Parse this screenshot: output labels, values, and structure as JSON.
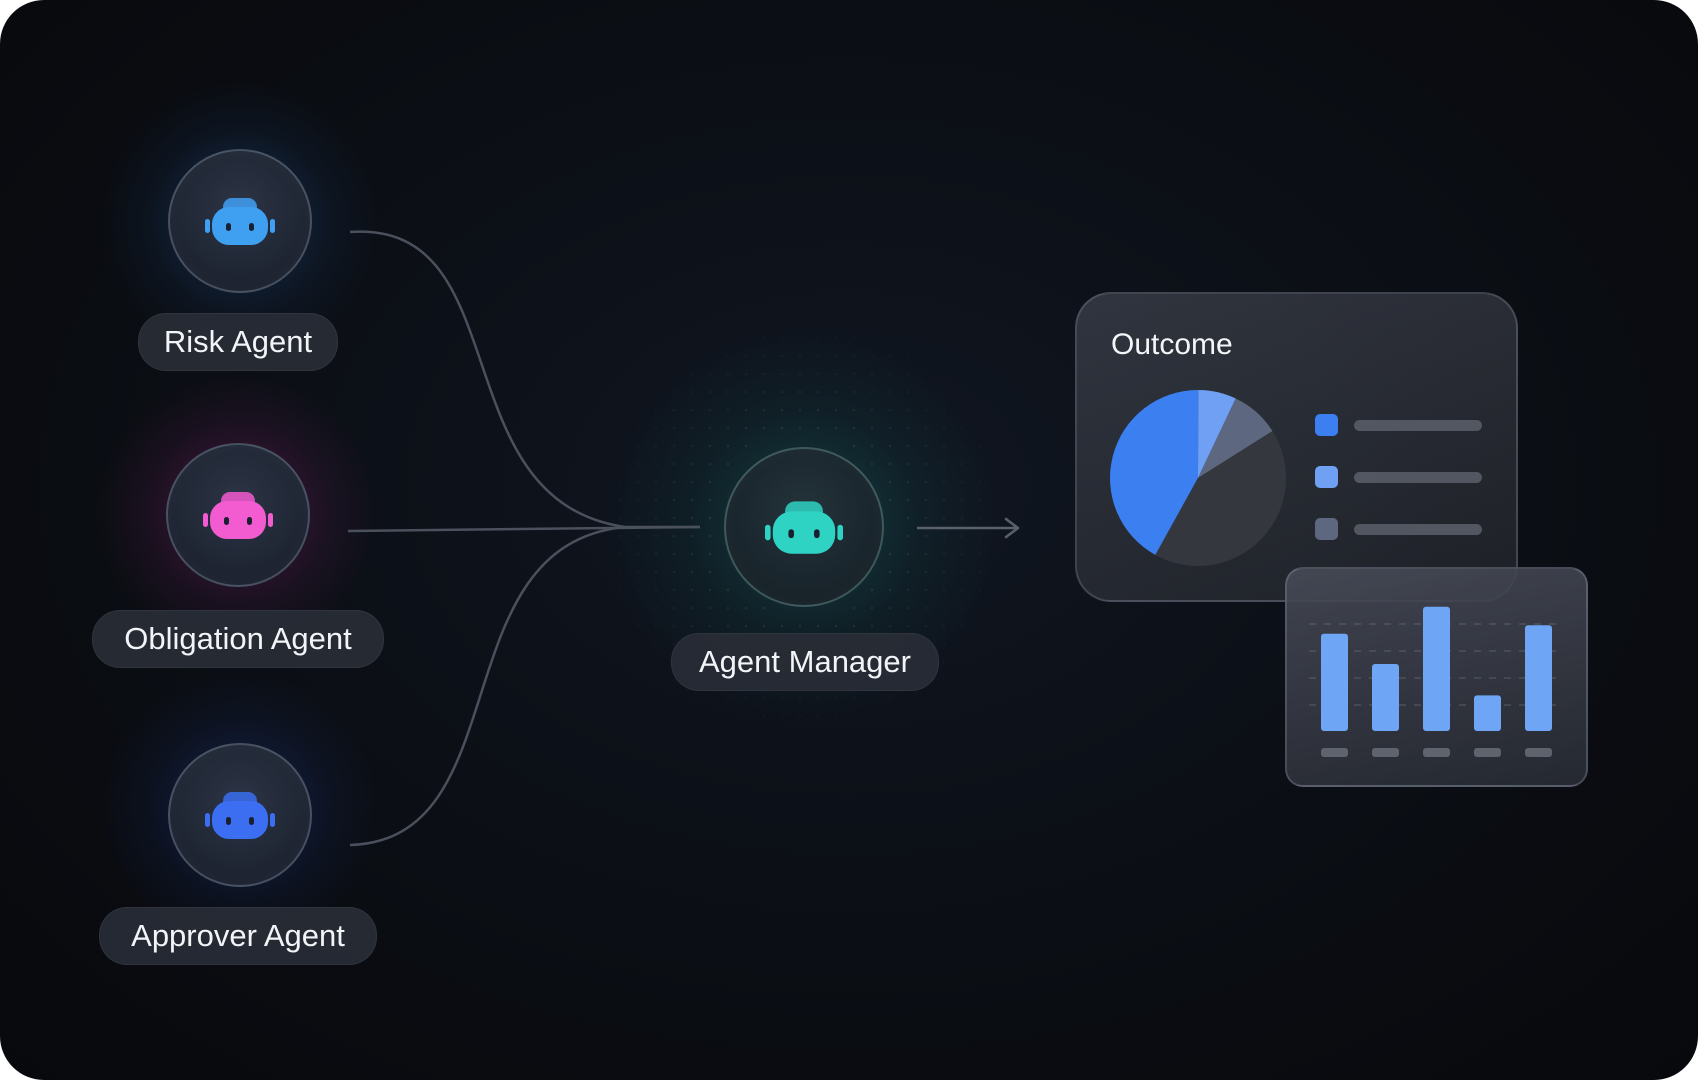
{
  "agents": [
    {
      "label": "Risk Agent",
      "color": "#3fa0f2"
    },
    {
      "label": "Obligation Agent",
      "color": "#f35bd0"
    },
    {
      "label": "Approver Agent",
      "color": "#3b6ef0"
    }
  ],
  "manager": {
    "label": "Agent Manager",
    "color": "#2fd3c4"
  },
  "outcome": {
    "title": "Outcome",
    "pie": [
      {
        "value": 42,
        "color": "#3b7ff0"
      },
      {
        "value": 7,
        "color": "#6fa0f3"
      },
      {
        "value": 9,
        "color": "#5d6880"
      },
      {
        "value": 42,
        "color": "#34373e"
      }
    ],
    "legend_colors": [
      "#3b7ff0",
      "#6fa0f3",
      "#5d6880"
    ],
    "bars": [
      90,
      62,
      115,
      33,
      98
    ],
    "bar_color": "#6ea6f5"
  },
  "colors": {
    "background": "#0b0e14",
    "connector": "#4a505c"
  }
}
